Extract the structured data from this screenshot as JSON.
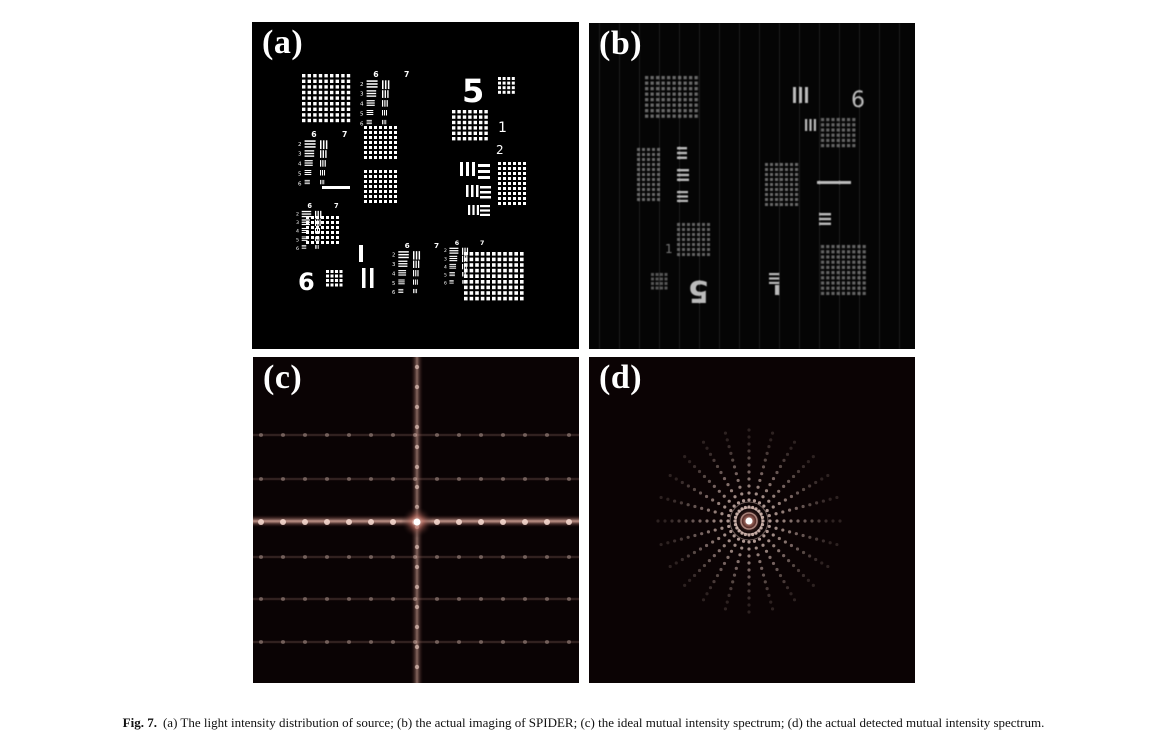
{
  "panels": [
    {
      "id": "a",
      "label": "(a)"
    },
    {
      "id": "b",
      "label": "(b)"
    },
    {
      "id": "c",
      "label": "(c)"
    },
    {
      "id": "d",
      "label": "(d)"
    }
  ],
  "target_numbers": {
    "group_top": [
      "6",
      "7"
    ],
    "small_digits": [
      "2",
      "3",
      "4",
      "5",
      "6"
    ],
    "big_5": "5",
    "big_6": "6",
    "group_right": [
      "1",
      "2"
    ]
  },
  "caption": {
    "fig_label": "Fig. 7.",
    "text": "(a) The light intensity distribution of source; (b) the actual imaging of SPIDER; (c) the ideal mutual intensity spectrum; (d) the actual detected mutual intensity spectrum."
  },
  "colors": {
    "spectrum_glow": "#f3d6cc",
    "spectrum_bg": "#0a0304",
    "target_white": "#ffffff",
    "blurred_grey": "#9a9a9a"
  }
}
